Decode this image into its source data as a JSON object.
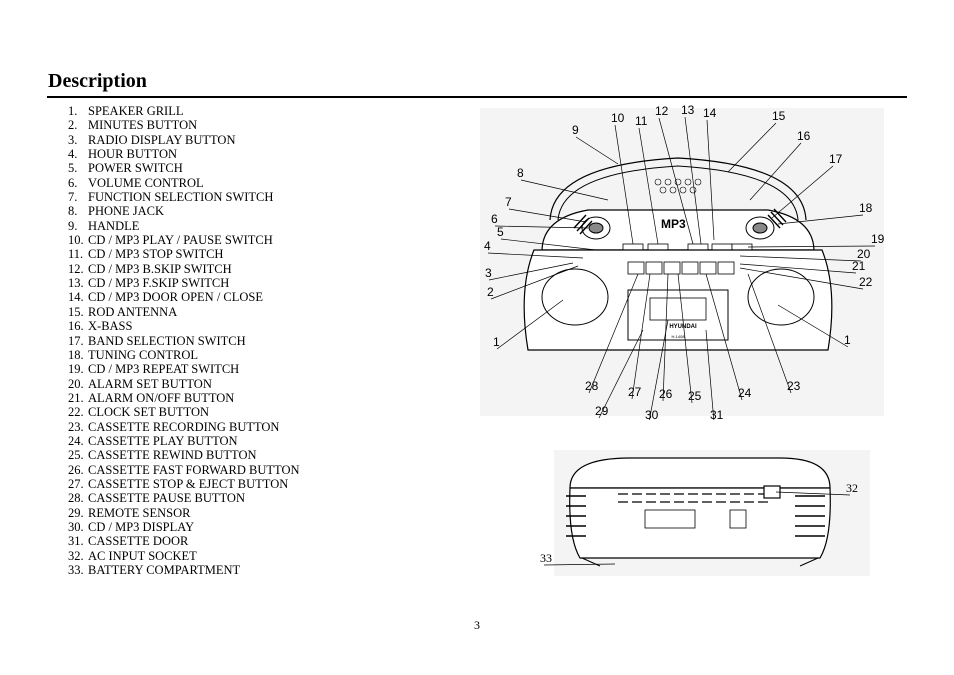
{
  "section_title": "Description",
  "parts": [
    {
      "n": "1.",
      "label": "SPEAKER GRILL"
    },
    {
      "n": "2.",
      "label": "MINUTES BUTTON"
    },
    {
      "n": "3.",
      "label": "RADIO DISPLAY BUTTON"
    },
    {
      "n": "4.",
      "label": "HOUR BUTTON"
    },
    {
      "n": "5.",
      "label": "POWER SWITCH"
    },
    {
      "n": "6.",
      "label": "VOLUME CONTROL"
    },
    {
      "n": "7.",
      "label": "FUNCTION SELECTION SWITCH"
    },
    {
      "n": "8.",
      "label": "PHONE JACK"
    },
    {
      "n": "9.",
      "label": "HANDLE"
    },
    {
      "n": "10.",
      "label": "CD / MP3 PLAY / PAUSE SWITCH"
    },
    {
      "n": "11.",
      "label": "CD / MP3 STOP SWITCH"
    },
    {
      "n": "12.",
      "label": "CD / MP3 B.SKIP SWITCH"
    },
    {
      "n": "13.",
      "label": "CD / MP3 F.SKIP SWITCH"
    },
    {
      "n": "14.",
      "label": "CD / MP3 DOOR OPEN / CLOSE"
    },
    {
      "n": "15.",
      "label": "ROD ANTENNA"
    },
    {
      "n": "16.",
      "label": "X-BASS"
    },
    {
      "n": "17.",
      "label": "BAND SELECTION SWITCH"
    },
    {
      "n": "18.",
      "label": "TUNING CONTROL"
    },
    {
      "n": "19.",
      "label": "CD / MP3 REPEAT SWITCH"
    },
    {
      "n": "20.",
      "label": "ALARM SET BUTTON"
    },
    {
      "n": "21.",
      "label": "ALARM ON/OFF BUTTON"
    },
    {
      "n": "22.",
      "label": "CLOCK SET BUTTON"
    },
    {
      "n": "23.",
      "label": "CASSETTE RECORDING BUTTON"
    },
    {
      "n": "24.",
      "label": "CASSETTE PLAY BUTTON"
    },
    {
      "n": "25.",
      "label": "CASSETTE REWIND BUTTON"
    },
    {
      "n": "26.",
      "label": "CASSETTE FAST FORWARD BUTTON"
    },
    {
      "n": "27.",
      "label": "CASSETTE STOP & EJECT BUTTON"
    },
    {
      "n": "28.",
      "label": "CASSETTE PAUSE BUTTON"
    },
    {
      "n": "29.",
      "label": "REMOTE SENSOR"
    },
    {
      "n": "30.",
      "label": "CD / MP3 DISPLAY"
    },
    {
      "n": "31.",
      "label": "CASSETTE DOOR"
    },
    {
      "n": "32.",
      "label": "AC INPUT SOCKET"
    },
    {
      "n": "33.",
      "label": "BATTERY COMPARTMENT"
    }
  ],
  "front_callouts": [
    "1",
    "1",
    "2",
    "3",
    "4",
    "5",
    "6",
    "7",
    "8",
    "9",
    "10",
    "11",
    "12",
    "13",
    "14",
    "15",
    "16",
    "17",
    "18",
    "19",
    "20",
    "21",
    "22",
    "23",
    "24",
    "25",
    "26",
    "27",
    "28",
    "29",
    "30",
    "31"
  ],
  "rear_callouts": [
    "32",
    "33"
  ],
  "device_text": {
    "brand": "HYUNDAI",
    "mp3_logo": "MP3",
    "deck_label": "H-1408"
  },
  "page_number": "3"
}
